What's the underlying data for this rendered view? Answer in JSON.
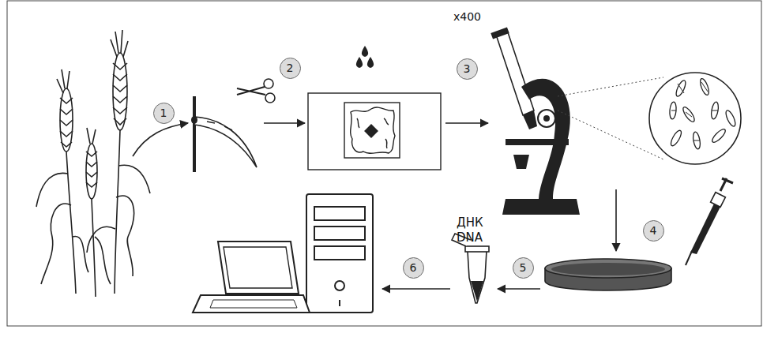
{
  "diagram": {
    "nodes": [
      {
        "text": [
          "1"
        ]
      },
      {
        "text": [
          "2"
        ]
      },
      {
        "text": [
          "3"
        ]
      },
      {
        "text": [
          "4"
        ]
      },
      {
        "text": [
          "5"
        ]
      },
      {
        "text": [
          "6"
        ]
      }
    ],
    "labels": [
      "x400",
      "ДНК",
      "DNA"
    ]
  }
}
